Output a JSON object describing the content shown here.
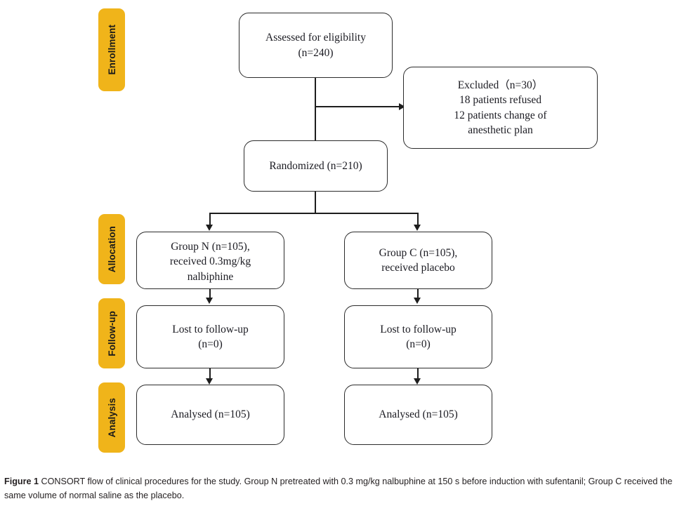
{
  "figure": {
    "caption_label": "Figure 1",
    "caption_text": "CONSORT flow of clinical procedures for the study. Group N pretreated with 0.3 mg/kg nalbuphine at 150 s before induction with sufentanil; Group C received the same volume of normal saline as the placebo."
  },
  "colors": {
    "phase_tab_fill": "#F0B41A",
    "node_border": "#2b2b2b",
    "connector": "#1d1d1d",
    "background": "#ffffff",
    "text": "#1b1b22"
  },
  "phases": [
    {
      "id": "enrollment",
      "label": "Enrollment"
    },
    {
      "id": "allocation",
      "label": "Allocation"
    },
    {
      "id": "followup",
      "label": "Follow-up"
    },
    {
      "id": "analysis",
      "label": "Analysis"
    }
  ],
  "nodes": {
    "assessed": {
      "text": "Assessed for eligibility\n(n=240)"
    },
    "excluded": {
      "text": "Excluded（n=30）\n18 patients refused\n12 patients change of\nanesthetic plan"
    },
    "randomized": {
      "text": "Randomized (n=210)"
    },
    "group_n": {
      "text": "Group N (n=105),\nreceived 0.3mg/kg\nnalbiphine"
    },
    "group_c": {
      "text": "Group C (n=105),\nreceived placebo"
    },
    "lost_left": {
      "text": "Lost to follow-up\n(n=0)"
    },
    "lost_right": {
      "text": "Lost to follow-up\n(n=0)"
    },
    "analysed_left": {
      "text": "Analysed (n=105)"
    },
    "analysed_right": {
      "text": "Analysed (n=105)"
    }
  }
}
